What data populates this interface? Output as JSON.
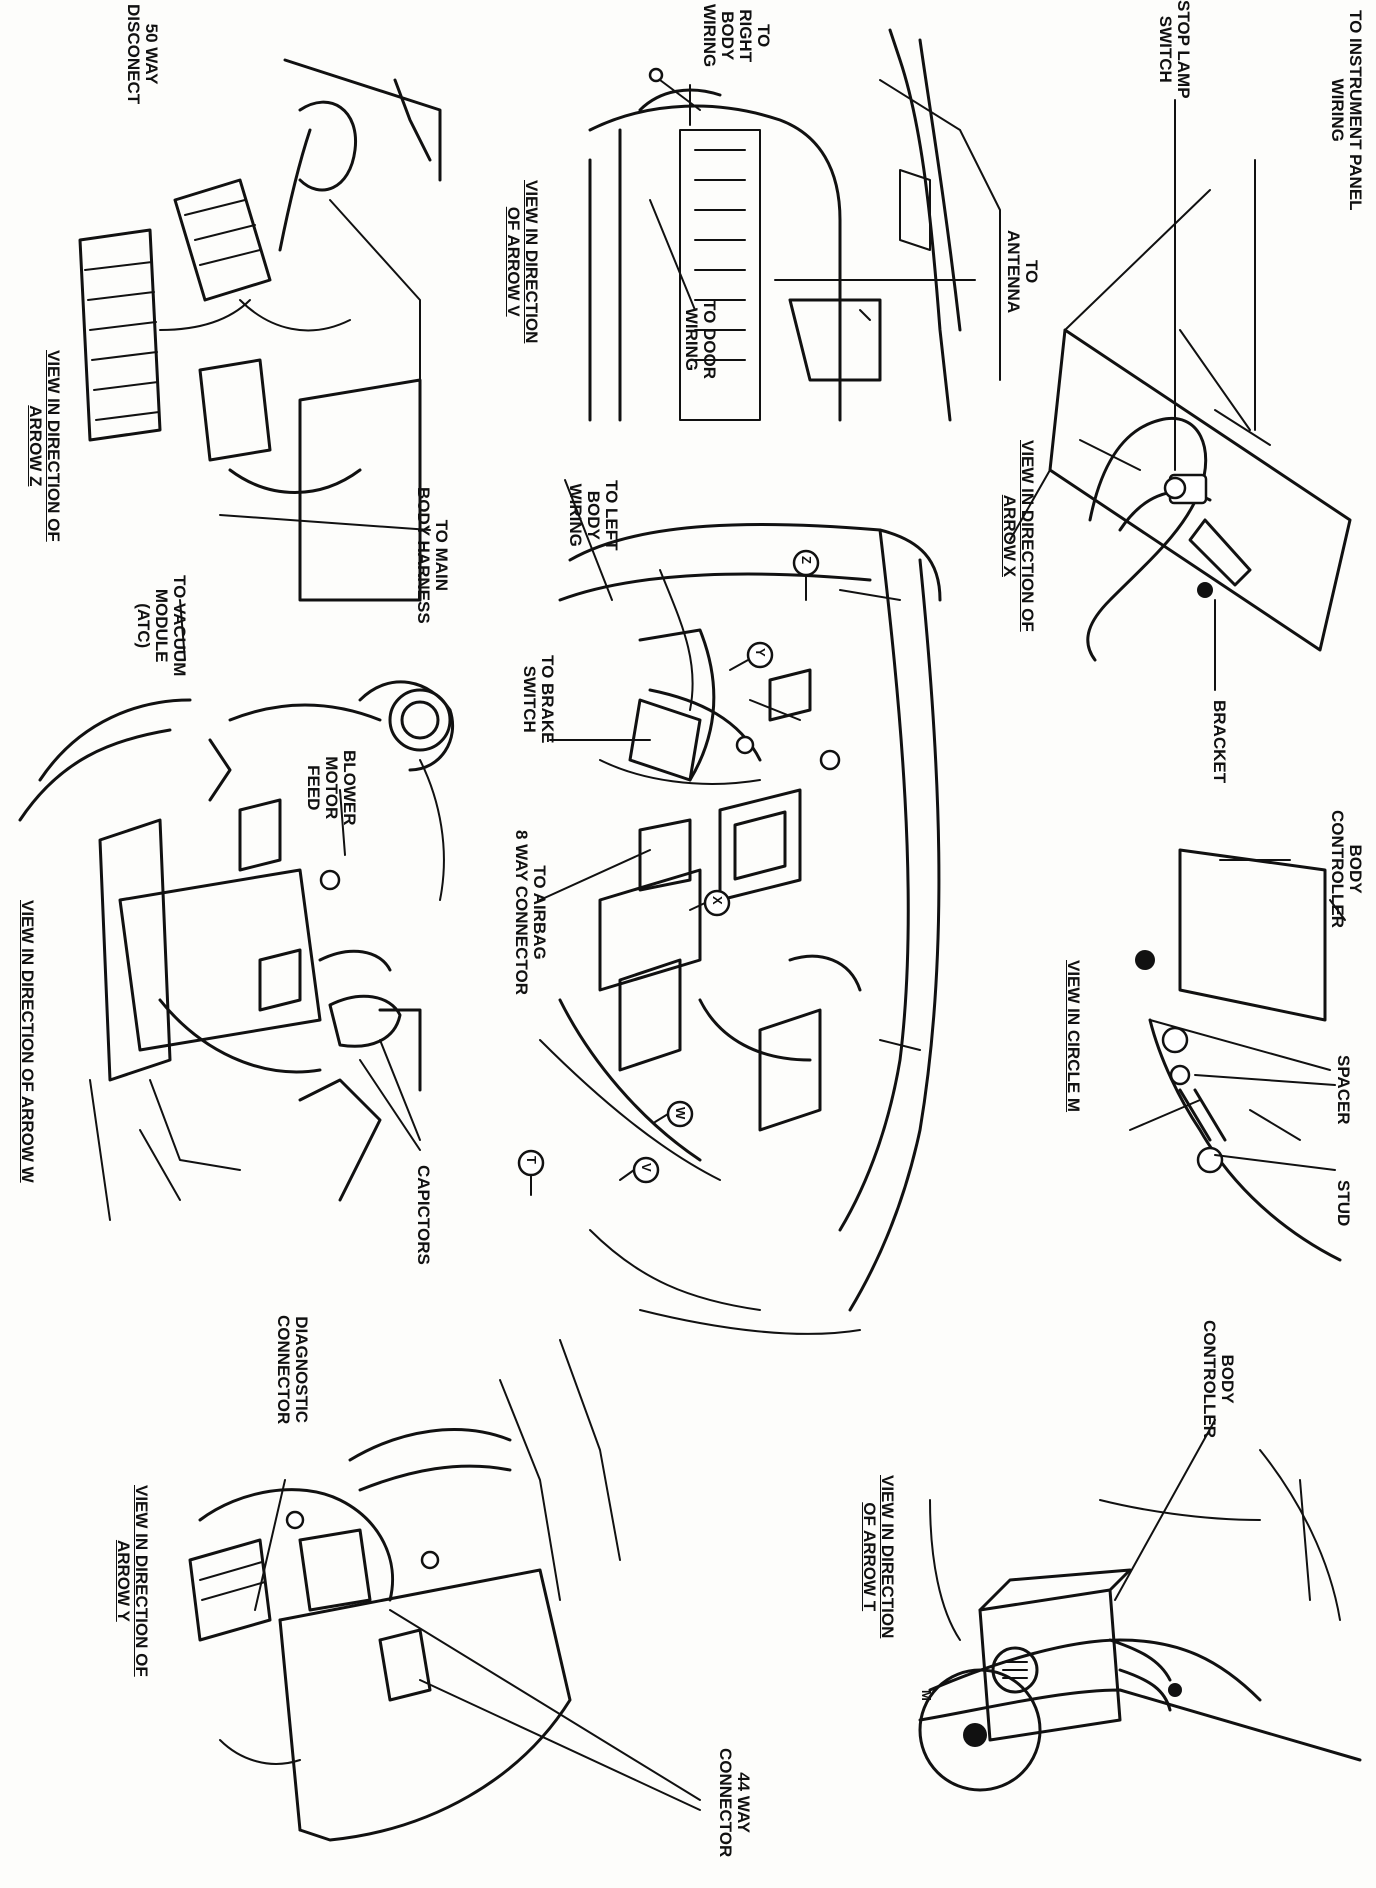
{
  "labels": {
    "to_instrument_panel_wiring": "TO INSTRUMENT PANEL\nWIRING",
    "stop_lamp_switch": "STOP LAMP\nSWITCH",
    "to_right_body_wiring": "TO\nRIGHT\nBODY\nWIRING",
    "fifty_way_disconnect": "50 WAY\nDISCONECT",
    "to_antenna": "TO\nANTENNA",
    "view_arrow_v": "VIEW IN DIRECTION\nOF ARROW V",
    "to_door_wiring": "TO DOOR\nWIRING",
    "view_arrow_x": "VIEW IN DIRECTION OF\nARROW X",
    "bracket": "BRACKET",
    "view_arrow_z": "VIEW IN DIRECTION OF\nARROW Z",
    "to_main_body_harness": "TO MAIN\nBODY HARNESS",
    "to_left_body_wiring": "TO LEFT\nBODY\nWIRING",
    "to_vacuum_module": "TO VACUUM\nMODULE\n(ATC)",
    "to_brake_switch": "TO BRAKE\nSWITCH",
    "blower_motor_feed": "BLOWER\nMOTOR\nFEED",
    "to_airbag_connector": "TO AIRBAG\n8 WAY CONNECTOR",
    "body_controller_top": "BODY\nCONTROLLER",
    "view_circle_m": "VIEW IN CIRCLE M",
    "spacer": "SPACER",
    "stud": "STUD",
    "view_arrow_w": "VIEW IN DIRECTION OF ARROW W",
    "capictors": "CAPICTORS",
    "diagnostic_connector": "DIAGNOSTIC\nCONNECTOR",
    "body_controller_bottom": "BODY\nCONTROLLER",
    "view_arrow_t": "VIEW IN DIRECTION\nOF ARROW T",
    "view_arrow_y": "VIEW IN DIRECTION OF\nARROW Y",
    "forty_four_way_connector": "44 WAY\nCONNECTOR",
    "callout_z": "Z",
    "callout_y": "Y",
    "callout_x": "X",
    "callout_w": "W",
    "callout_v": "V",
    "callout_t": "T",
    "callout_m": "M"
  },
  "colors": {
    "ink": "#111111",
    "paper": "#fdfdfb"
  }
}
